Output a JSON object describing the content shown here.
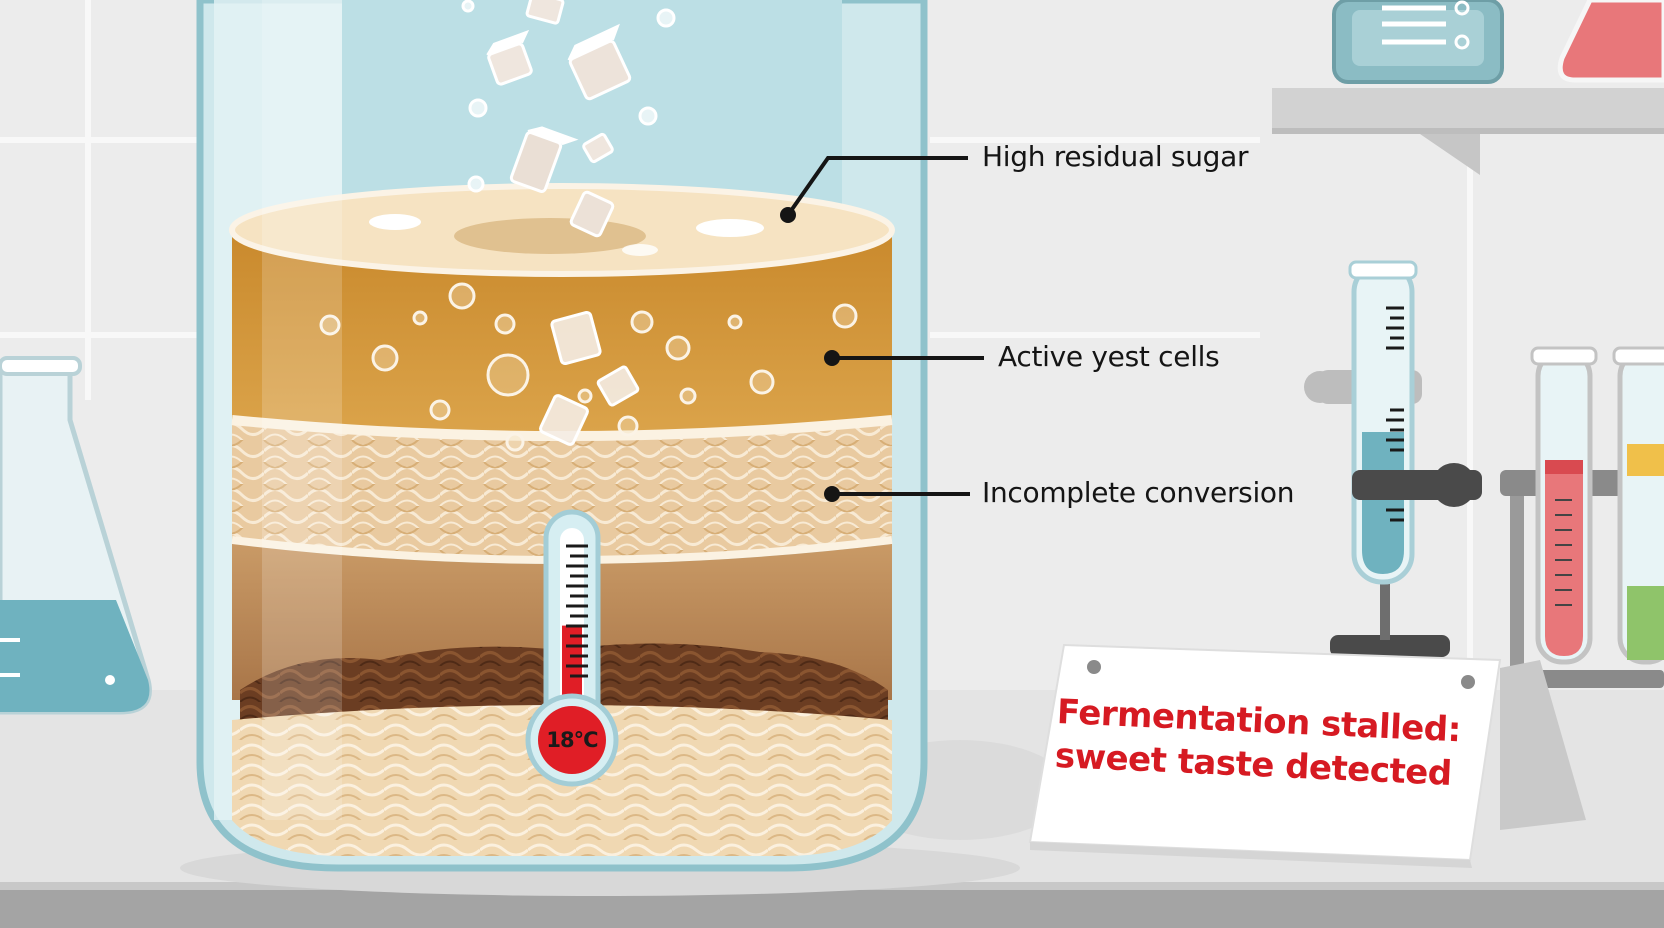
{
  "labels": {
    "residual_sugar": "High residual sugar",
    "yeast_cells": "Active yest cells",
    "conversion": "Incomplete conversion"
  },
  "thermometer": {
    "reading": "18°C",
    "fill_fraction": 0.55
  },
  "sign": {
    "line1": "Fermentation stalled:",
    "line2": "sweet taste detected"
  },
  "colors": {
    "background": "#ececec",
    "liquid_upper": "#d39a3a",
    "foam": "#f6e3c2",
    "sediment": "#6b3d22",
    "glass": "#bfe0e6",
    "alert_red": "#d61a22",
    "flask_liquid": "#6fb2bf"
  },
  "icons": [
    "sugar-cube-icon",
    "bubble-icon",
    "thermometer-icon",
    "flask-icon",
    "test-tube-icon"
  ]
}
